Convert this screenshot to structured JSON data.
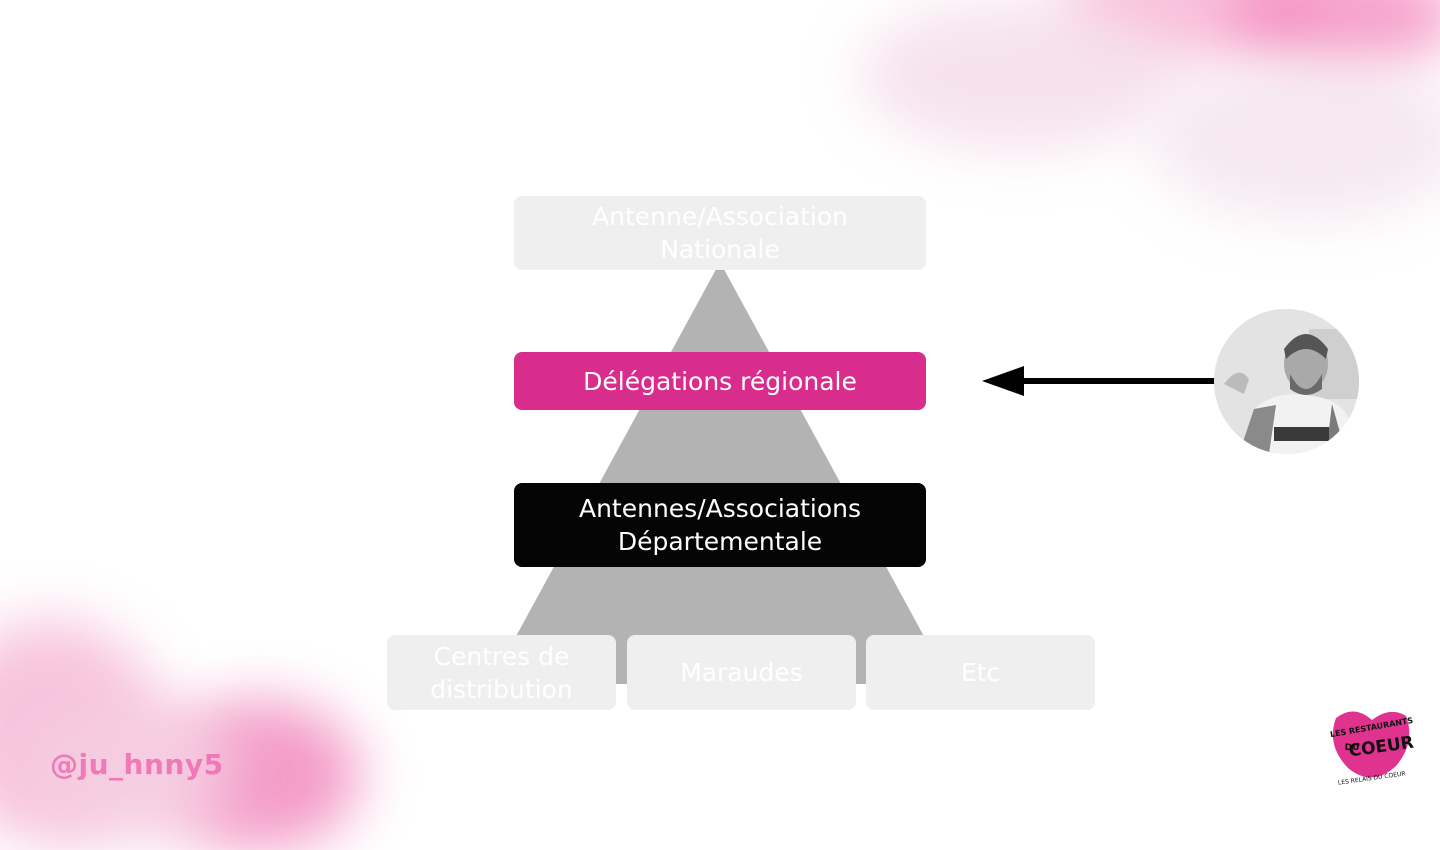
{
  "diagram": {
    "top_box": "Antenne/Association\nNationale",
    "regional_box": "Délégations régionale",
    "departemental_box": "Antennes/Associations\nDépartementale",
    "bottom_boxes": [
      "Centres de\ndistribution",
      "Maraudes",
      "Etc"
    ]
  },
  "colors": {
    "accent_pink": "#d82d8c",
    "pyramid_gray": "#b3b3b3",
    "light_box": "#efefef",
    "dark_box": "#050505"
  },
  "presenter": {
    "handle": "@ju_hnny5"
  },
  "logo": {
    "line1": "LES RESTAURANTS",
    "line2": "DU",
    "line3": "COEUR",
    "line4": "LES RELAIS DU COEUR"
  }
}
